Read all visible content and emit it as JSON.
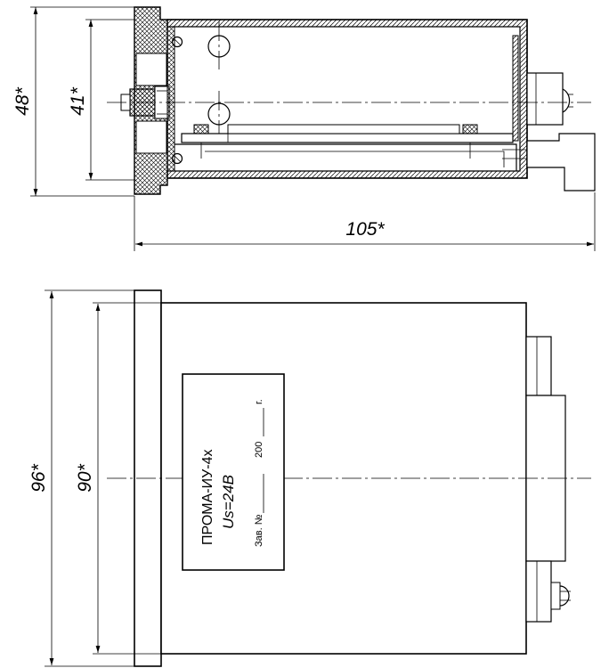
{
  "dimensions": {
    "side_height_outer": "48*",
    "side_height_inner": "41*",
    "length": "105*",
    "front_height_outer": "96*",
    "front_height_inner": "90*"
  },
  "nameplate": {
    "model": "ПРОМА-ИУ-4х",
    "voltage": "Us=24В",
    "serial_label": "Зав. №",
    "year_label": "200",
    "year_suffix": "г."
  }
}
